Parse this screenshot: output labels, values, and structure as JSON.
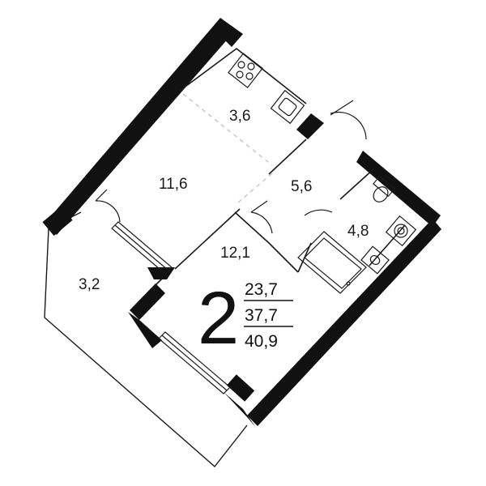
{
  "plan": {
    "room_count": "2",
    "area_living": "23,7",
    "area_total": "37,7",
    "area_with_balcony": "40,9",
    "rooms": {
      "kitchen_small": "3,6",
      "kitchen_living": "11,6",
      "hall": "5,6",
      "bathroom": "4,8",
      "bedroom": "12,1",
      "balcony": "3,2"
    },
    "icons": [
      "stove-icon",
      "sink-icon",
      "toilet-icon",
      "washbasin-icon",
      "washing-machine-icon",
      "bathtub-icon",
      "door-swing-icon",
      "window-icon"
    ]
  },
  "colors": {
    "wall": "#111111",
    "line": "#1a1a1a",
    "dashed": "#bdbdbd"
  }
}
